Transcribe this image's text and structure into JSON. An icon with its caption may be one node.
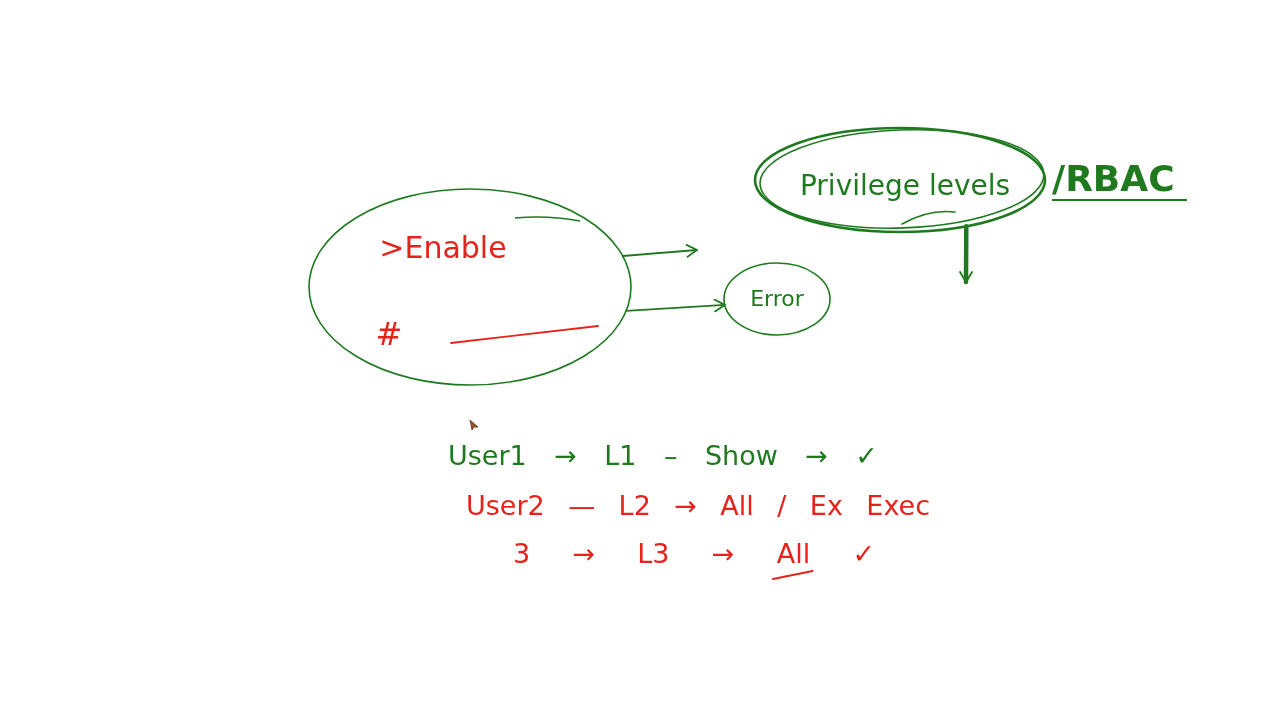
{
  "diagram": {
    "nodes": [
      {
        "text": [
          ">Enable",
          "#"
        ]
      },
      {
        "text": [
          "Error"
        ]
      },
      {
        "text": [
          "Privilege levels"
        ],
        "beside": [
          "/RBAC"
        ]
      }
    ],
    "edges": [
      {
        "from": 0,
        "to": null,
        "arrow": "to"
      },
      {
        "from": 0,
        "to": 1,
        "arrow": "to"
      },
      {
        "from": 2,
        "to": null,
        "arrow": "to",
        "style": "thick"
      }
    ],
    "labels": [
      "User1 → L1 – Show → ✓",
      "User2 — L2 → All / Ex Exec",
      "3 → L3 → All ✓"
    ]
  }
}
